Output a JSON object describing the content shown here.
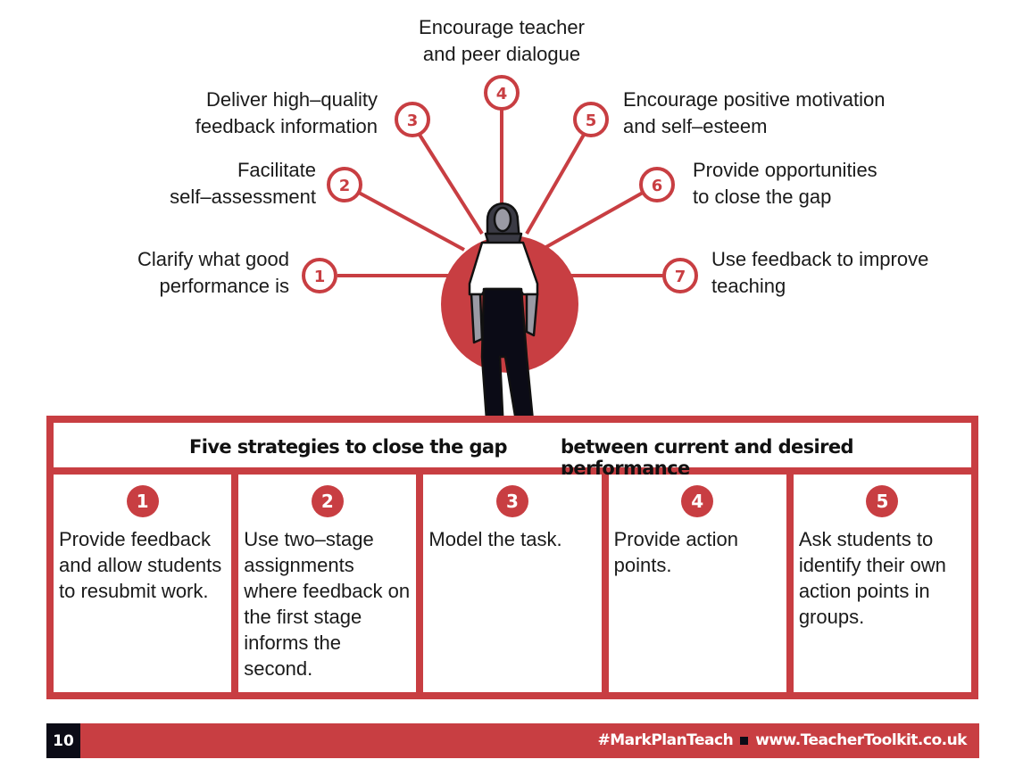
{
  "colors": {
    "accent": "#c83e42",
    "dark": "#0b0b16"
  },
  "diagram": {
    "points": [
      {
        "num": "1",
        "label": "Clarify what good\nperformance is"
      },
      {
        "num": "2",
        "label": "Facilitate\nself–assessment"
      },
      {
        "num": "3",
        "label": "Deliver high–quality\nfeedback information"
      },
      {
        "num": "4",
        "label": "Encourage teacher\nand peer dialogue"
      },
      {
        "num": "5",
        "label": "Encourage positive motivation\nand self–esteem"
      },
      {
        "num": "6",
        "label": "Provide opportunities\nto close the gap"
      },
      {
        "num": "7",
        "label": "Use feedback to improve\nteaching"
      }
    ]
  },
  "strategies": {
    "title_left": "Five strategies to close the gap",
    "title_right": "between current and desired performance",
    "items": [
      {
        "num": "1",
        "text": "Provide feedback and allow students to resubmit work."
      },
      {
        "num": "2",
        "text": "Use two–stage assignments where feedback on the first stage informs the second."
      },
      {
        "num": "3",
        "text": "Model the task."
      },
      {
        "num": "4",
        "text": "Provide action points."
      },
      {
        "num": "5",
        "text": "Ask students to identify their own action points in groups."
      }
    ]
  },
  "footer": {
    "page_number": "10",
    "hashtag": "#MarkPlanTeach",
    "website": "www.TeacherToolkit.co.uk"
  }
}
